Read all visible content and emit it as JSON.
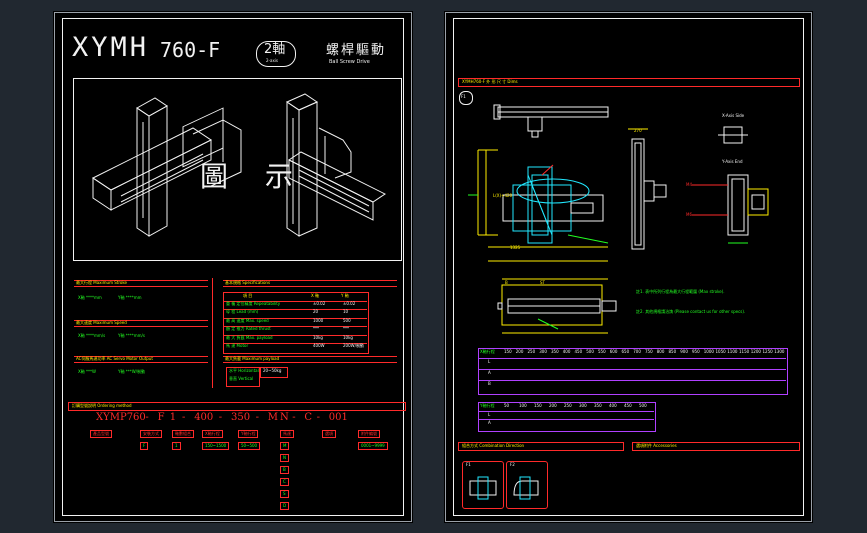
{
  "left_sheet": {
    "title_model": "XYMH",
    "title_suffix": "760-F",
    "axis_badge": "2軸",
    "axis_badge_sub": "2-axis",
    "drive_title": "螺桿驅動",
    "drive_sub": "Ball Screw Drive",
    "figure_label": "圖 示",
    "sections": {
      "max_stroke": "最大行程  Maximum Stroke",
      "max_speed": "最大速度  Maximum Speed",
      "ac_servo": "AC伺服馬達功率  AC Servo Motor Output",
      "specifications": "基本規格  Specifications",
      "max_payload": "最大負載  Maximum payload",
      "ordering": "訂購型號說明  Ordering method"
    },
    "stroke_items": [
      "X軸 ****mm",
      "Y軸 ****mm"
    ],
    "speed_items": [
      "X軸 ****mm/s",
      "Y軸 ****mm/s"
    ],
    "servo_items": [
      "X軸 ***W",
      "Y軸 ***W/制動"
    ],
    "spec_table": {
      "headers": [
        "項 目",
        "X 軸",
        "Y 軸"
      ],
      "rows": [
        [
          "重 複 定位精度 Repeatability",
          "±0.02",
          "±0.02"
        ],
        [
          "導 程 Lead (mm)",
          "20",
          "10"
        ],
        [
          "最 高 速度 Max. speed",
          "1000",
          "500"
        ],
        [
          "額 定 推力 Rated thrust",
          "***",
          "***"
        ],
        [
          "最 大 負載 Max. payload",
          "10kg",
          "10kg"
        ],
        [
          "馬 達 Motor",
          "400W",
          "200W/制動"
        ]
      ]
    },
    "payload_box": [
      "水平 Horizontal",
      "垂直 Vertical"
    ],
    "payload_values": [
      "20~50kg",
      ""
    ],
    "order_code": [
      "XYMP760",
      "-",
      "F",
      "1",
      "-",
      "400",
      "-",
      "350",
      "-",
      "M",
      "N",
      "-",
      "C",
      "-",
      "001"
    ],
    "order_boxes": [
      "產品型號",
      "安裝方式",
      "軸數組合",
      "X軸行程",
      "Y軸行程",
      "馬達",
      "選項",
      "附件編號"
    ],
    "order_subvalues": [
      "F",
      "1",
      "150~1500",
      "50~500",
      "M",
      "N",
      "B",
      "C",
      "S",
      "D",
      "0001~9999"
    ]
  },
  "right_sheet": {
    "dims_title": "XYMH760-F 外 形 尺 寸  Dims",
    "fig_label": "F1",
    "side_view_title": "X-Axis Side",
    "end_view_title": "Y-Axis End",
    "dims": [
      "1325",
      "400",
      "270",
      "A",
      "B",
      "L",
      "M4",
      "M6",
      "ST",
      "L(X)+420"
    ],
    "notes": [
      "註1. 表中所列行程為最大行程範圍 (Max stroke).",
      "註2. 其他規格請洽詢 (Please contact us for other specs)."
    ],
    "stroke_table_x": {
      "label": "X軸行程",
      "row_labels": [
        "L",
        "A",
        "B"
      ],
      "columns": [
        "150",
        "200",
        "250",
        "300",
        "350",
        "400",
        "450",
        "500",
        "550",
        "600",
        "650",
        "700",
        "750",
        "800",
        "850",
        "900",
        "950",
        "1000",
        "1050",
        "1100",
        "1150",
        "1200",
        "1250",
        "1300"
      ]
    },
    "stroke_table_y": {
      "label": "Y軸行程",
      "row_labels": [
        "L",
        "A"
      ],
      "columns": [
        "50",
        "100",
        "150",
        "200",
        "250",
        "300",
        "350",
        "400",
        "450",
        "500"
      ]
    },
    "sections": {
      "combination": "組合方式  Combination Direction",
      "accessories": "選項附件  Accessories"
    },
    "combo_labels": [
      "F1",
      "F2"
    ]
  }
}
